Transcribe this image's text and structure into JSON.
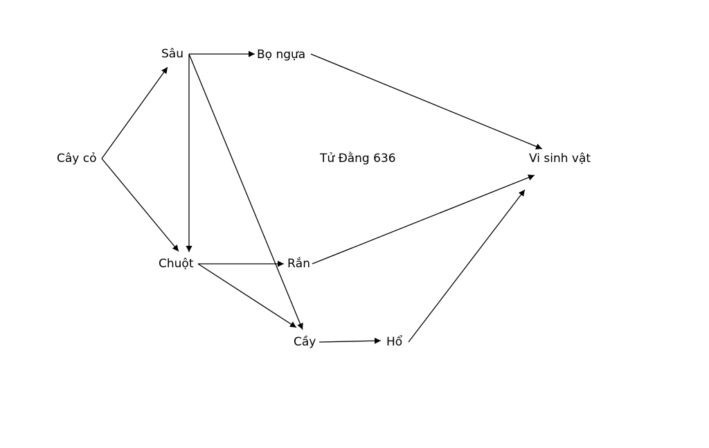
{
  "diagram": {
    "caption": "Tử Đằng 636",
    "nodes": [
      {
        "id": "cay-co",
        "label": "Cây cỏ"
      },
      {
        "id": "sau",
        "label": "Sâu"
      },
      {
        "id": "bo-ngua",
        "label": "Bọ ngựa"
      },
      {
        "id": "chuot",
        "label": "Chuột"
      },
      {
        "id": "ran",
        "label": "Rắn"
      },
      {
        "id": "cay",
        "label": "Cầy"
      },
      {
        "id": "ho",
        "label": "Hổ"
      },
      {
        "id": "vi-sinh-vat",
        "label": "Vi sinh vật"
      }
    ],
    "edges": [
      {
        "from": "cay-co",
        "to": "sau"
      },
      {
        "from": "cay-co",
        "to": "chuot"
      },
      {
        "from": "sau",
        "to": "bo-ngua"
      },
      {
        "from": "sau",
        "to": "chuot"
      },
      {
        "from": "sau",
        "to": "cay"
      },
      {
        "from": "bo-ngua",
        "to": "vi-sinh-vat"
      },
      {
        "from": "chuot",
        "to": "ran"
      },
      {
        "from": "chuot",
        "to": "cay"
      },
      {
        "from": "ran",
        "to": "vi-sinh-vat"
      },
      {
        "from": "cay",
        "to": "ho"
      },
      {
        "from": "ho",
        "to": "vi-sinh-vat"
      }
    ]
  }
}
